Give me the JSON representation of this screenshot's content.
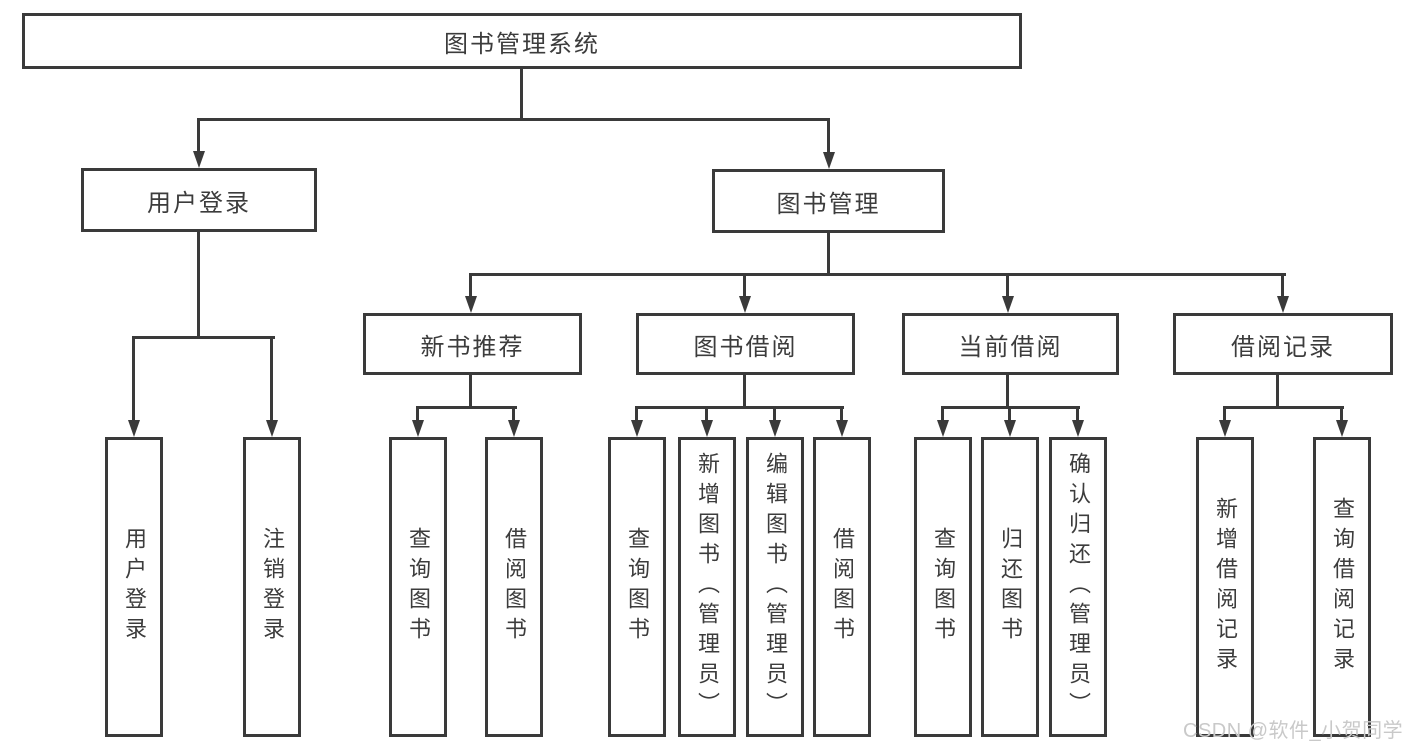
{
  "root": {
    "label": "图书管理系统",
    "children": [
      {
        "label": "用户登录",
        "children": [
          {
            "label": "用户登录"
          },
          {
            "label": "注销登录"
          }
        ]
      },
      {
        "label": "图书管理",
        "children": [
          {
            "label": "新书推荐",
            "children": [
              {
                "label": "查询图书"
              },
              {
                "label": "借阅图书"
              }
            ]
          },
          {
            "label": "图书借阅",
            "children": [
              {
                "label": "查询图书"
              },
              {
                "label": "新增图书（管理员）"
              },
              {
                "label": "编辑图书（管理员）"
              },
              {
                "label": "借阅图书"
              }
            ]
          },
          {
            "label": "当前借阅",
            "children": [
              {
                "label": "查询图书"
              },
              {
                "label": "归还图书"
              },
              {
                "label": "确认归还（管理员）"
              }
            ]
          },
          {
            "label": "借阅记录",
            "children": [
              {
                "label": "新增借阅记录"
              },
              {
                "label": "查询借阅记录"
              }
            ]
          }
        ]
      }
    ]
  },
  "watermark": "CSDN @软件_小贺同学",
  "colors": {
    "line": "#3a3a3a",
    "text": "#3c3c3c",
    "background": "#ffffff",
    "watermark": "#c9c9c9"
  }
}
